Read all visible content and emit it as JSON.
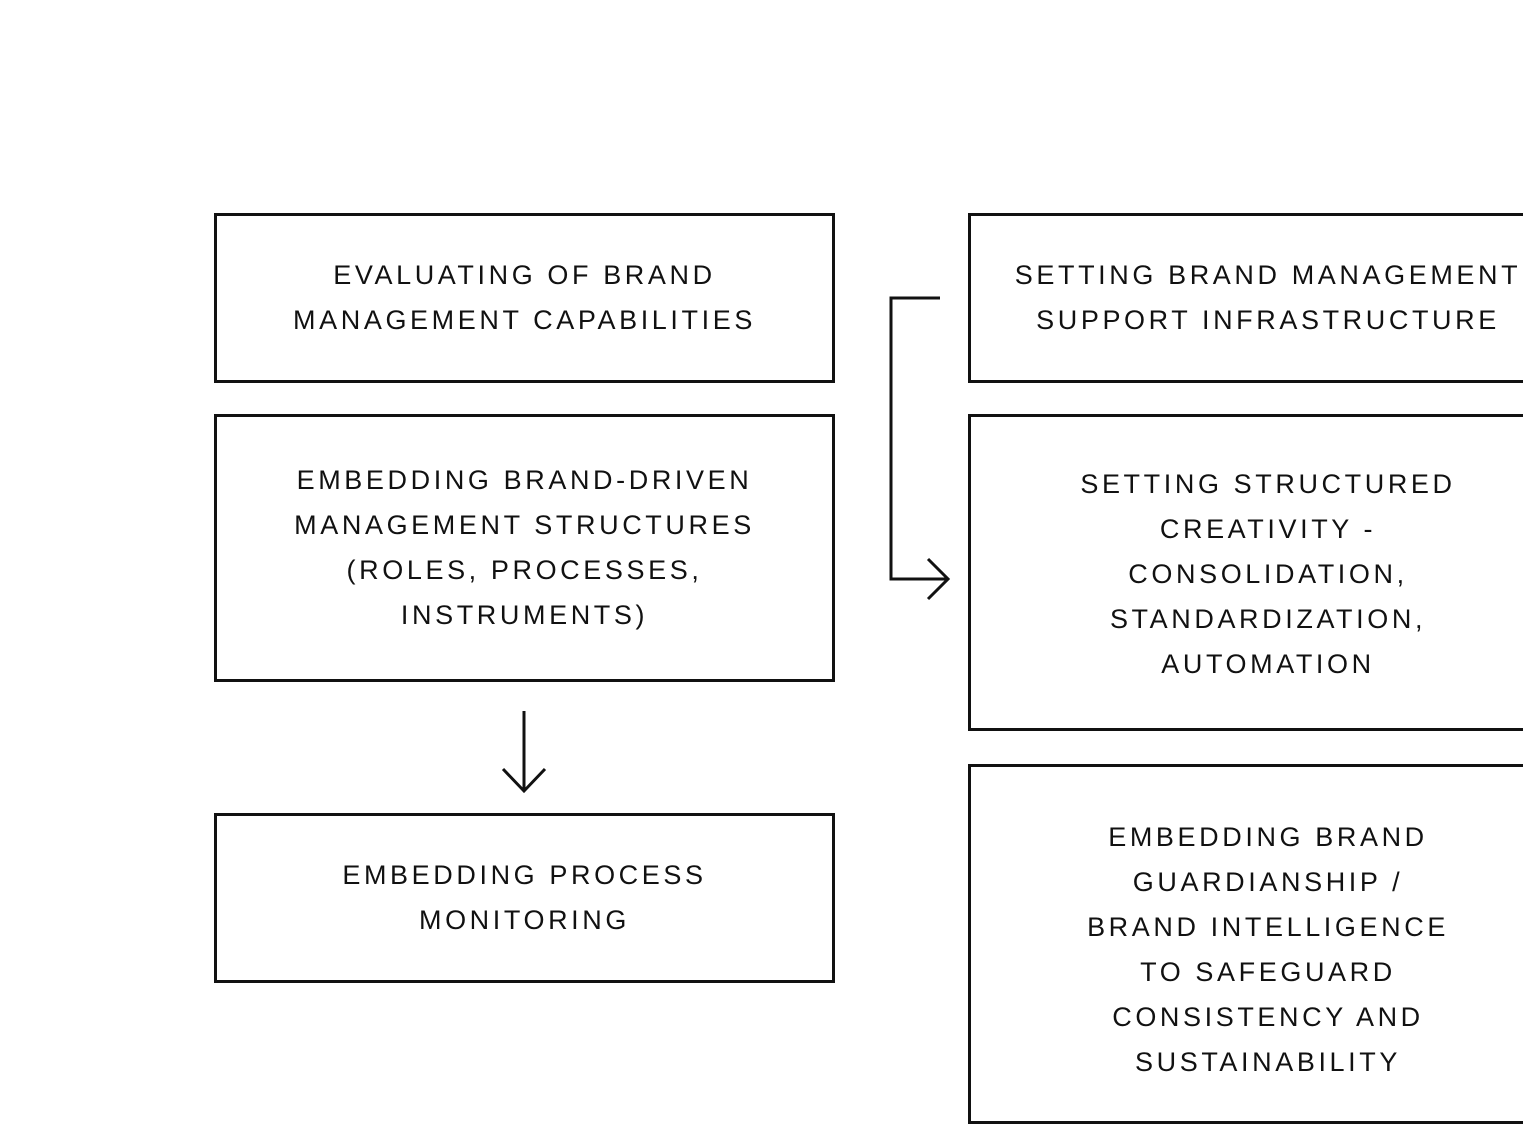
{
  "diagram": {
    "nodes": {
      "evaluating": "EVALUATING OF BRAND\nMANAGEMENT CAPABILITIES",
      "embedding_structures": "EMBEDDING BRAND-DRIVEN\nMANAGEMENT STRUCTURES\n(ROLES, PROCESSES,\nINSTRUMENTS)",
      "embedding_process": "EMBEDDING PROCESS\nMONITORING",
      "support_infra": "SETTING BRAND MANAGEMENT\nSUPPORT INFRASTRUCTURE",
      "structured_creativity": "SETTING STRUCTURED\nCREATIVITY -\nCONSOLIDATION,\nSTANDARDIZATION,\nAUTOMATION",
      "guardianship": "EMBEDDING BRAND\nGUARDIANSHIP /\nBRAND INTELLIGENCE\nTO SAFEGUARD\nCONSISTENCY AND\nSUSTAINABILITY"
    },
    "edges": [
      {
        "from": "embedding_structures",
        "to": "embedding_process"
      },
      {
        "from": "support_infra",
        "to": "structured_creativity"
      }
    ],
    "colors": {
      "stroke": "#111111",
      "background": "#ffffff"
    }
  }
}
